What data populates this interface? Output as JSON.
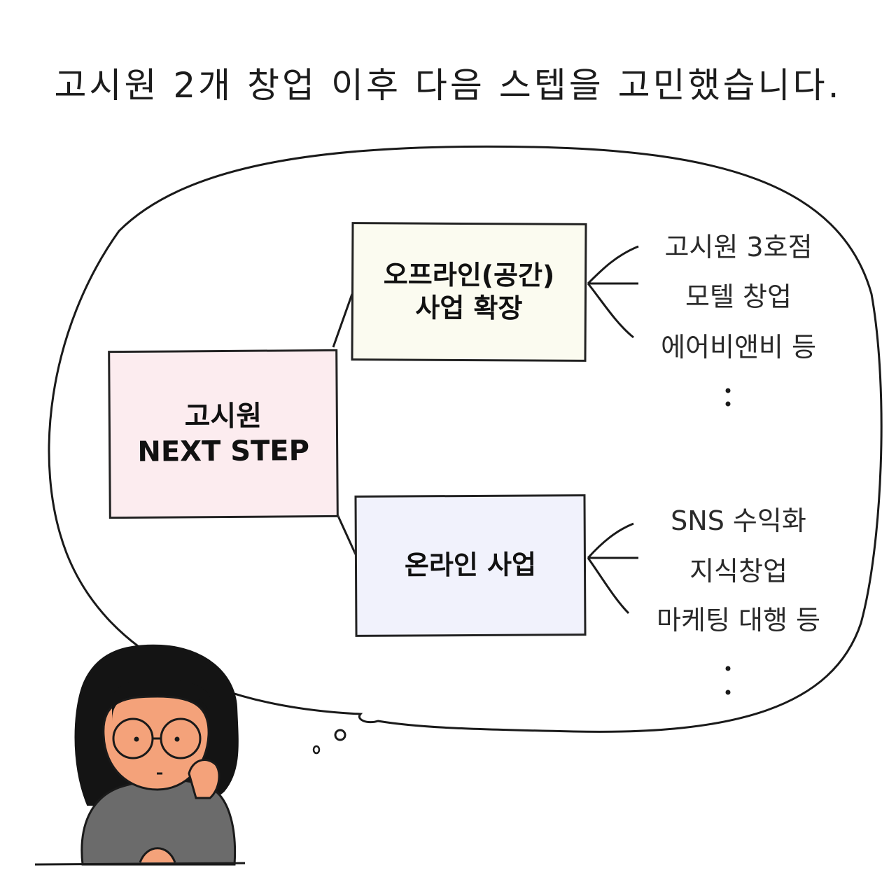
{
  "caption": "고시원 2개 창업 이후 다음 스텝을 고민했습니다.",
  "root": {
    "line1": "고시원",
    "line2": "NEXT STEP"
  },
  "branches": [
    {
      "title_line1": "오프라인(공간)",
      "title_line2": "사업 확장",
      "items": [
        "고시원 3호점",
        "모텔 창업",
        "에어비앤비 등"
      ]
    },
    {
      "title_line1": "온라인 사업",
      "title_line2": "",
      "items": [
        "SNS 수익화",
        "지식창업",
        "마케팅 대행 등"
      ]
    }
  ],
  "colors": {
    "root_fill": "#fcecef",
    "offline_fill": "#fbfbf0",
    "online_fill": "#f1f2fc",
    "skin": "#f4a27a",
    "sweater": "#6b6b6b",
    "hair": "#141414"
  }
}
